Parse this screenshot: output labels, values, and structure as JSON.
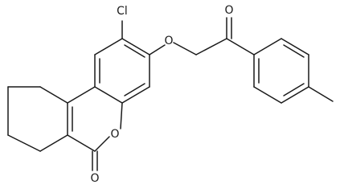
{
  "molecule": {
    "atoms": {
      "cl": "Cl",
      "ether_o": "O",
      "ketone_o": "O",
      "ring_o": "O",
      "lactone_o": "O"
    }
  }
}
